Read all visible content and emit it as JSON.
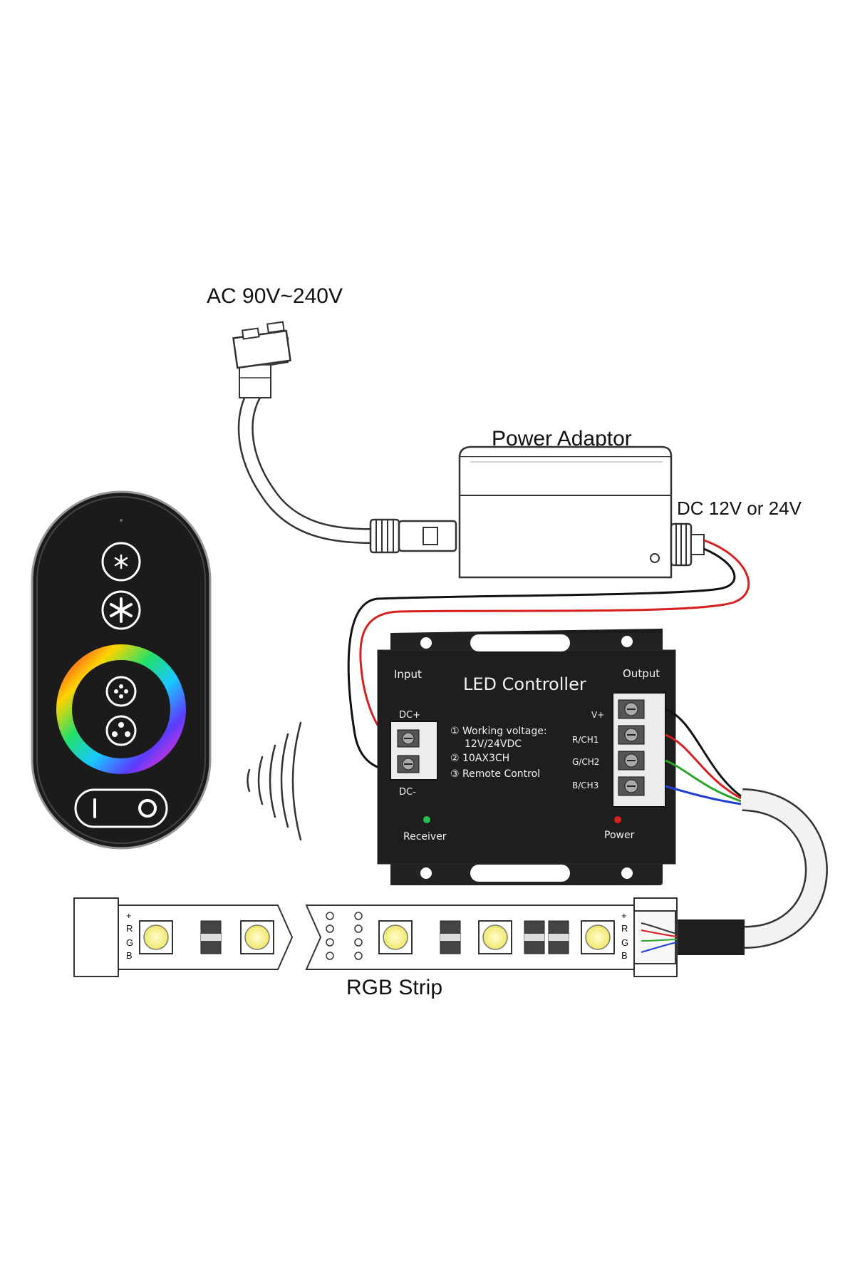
{
  "labels": {
    "ac_input": "AC 90V~240V",
    "power_adaptor": "Power Adaptor",
    "dc_output": "DC 12V or 24V",
    "rgb_strip": "RGB Strip"
  },
  "controller": {
    "title": "LED Controller",
    "input_label": "Input",
    "output_label": "Output",
    "dc_plus": "DC+",
    "dc_minus": "DC-",
    "outputs": [
      "V+",
      "R/CH1",
      "G/CH2",
      "B/CH3"
    ],
    "specs": [
      "① Working voltage:",
      "12V/24VDC",
      "② 10AX3CH",
      "③ Remote Control"
    ],
    "receiver_label": "Receiver",
    "power_label": "Power"
  },
  "strip": {
    "pins_left": [
      "+",
      "R",
      "G",
      "B"
    ],
    "pins_right": [
      "+",
      "R",
      "G",
      "B"
    ]
  },
  "colors": {
    "wire_red": "#d62020",
    "wire_green": "#2aa52a",
    "wire_blue": "#1f3fd0",
    "wire_black": "#111111",
    "device_black": "#1b1b1b",
    "led_yellow": "#f5f08a"
  },
  "remote": {
    "icons": [
      "brightness-low-icon",
      "brightness-high-icon",
      "mode-slow-icon",
      "mode-fast-icon",
      "power-toggle-icon"
    ]
  }
}
